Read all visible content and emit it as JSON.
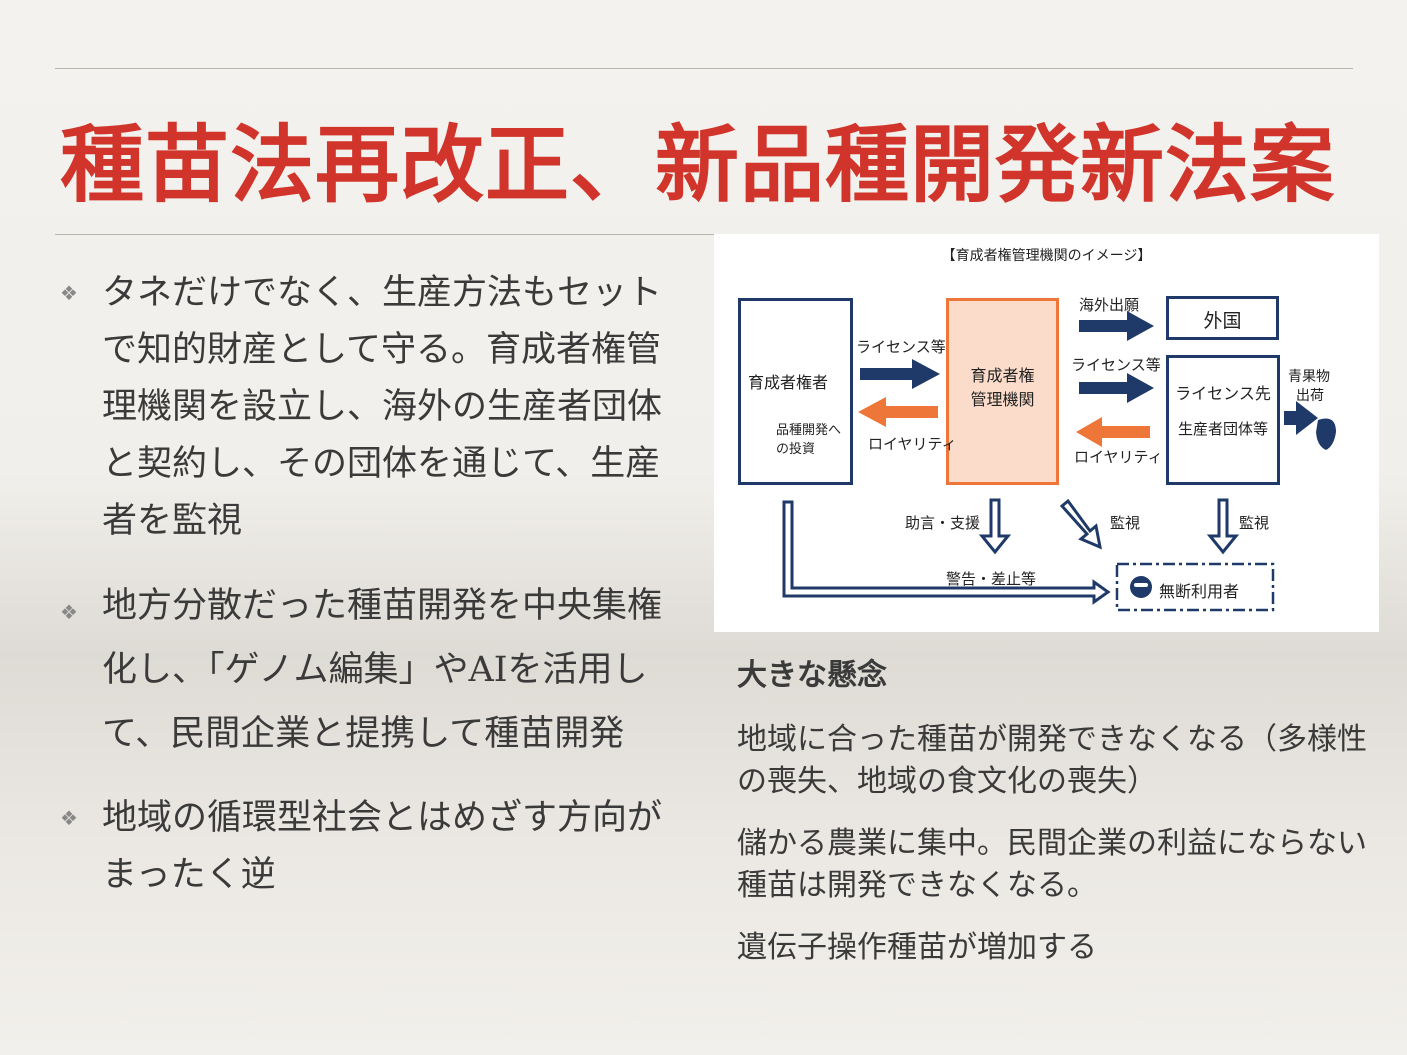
{
  "title": "種苗法再改正、新品種開発新法案",
  "bullets": [
    "タネだけでなく、生産方法もセットで知的財産として守る。育成者権管理機関を設立し、海外の生産者団体と契約し、その団体を通じて、生産者を監視",
    "地方分散だった種苗開発を中央集権化し、「ゲノム編集」やAIを活用して、民間企業と提携して種苗開発",
    "地域の循環型社会とはめざす方向がまったく逆"
  ],
  "diagram": {
    "title": "【育成者権管理機関のイメージ】",
    "breeder": "育成者権者",
    "investment": "品種開発への投資",
    "agency_line1": "育成者権",
    "agency_line2": "管理機関",
    "foreign": "外国",
    "licensee_line1": "ライセンス先",
    "licensee_line2": "生産者団体等",
    "license1": "ライセンス等",
    "royalty1": "ロイヤリティ",
    "overseas_filing": "海外出願",
    "license2": "ライセンス等",
    "royalty2": "ロイヤリティ",
    "shipment_line1": "青果物",
    "shipment_line2": "出荷",
    "advice": "助言・支援",
    "monitor1": "監視",
    "monitor2": "監視",
    "warning": "警告・差止等",
    "unauthorized": "無断利用者"
  },
  "concerns": {
    "heading": "大きな懸念",
    "items": [
      "地域に合った種苗が開発できなくなる（多様性の喪失、地域の食文化の喪失）",
      "儲かる農業に集中。民間企業の利益にならない種苗は開発できなくなる。",
      "遺伝子操作種苗が増加する"
    ]
  },
  "colors": {
    "title": "#d1342a",
    "navy": "#1f3a68",
    "orange": "#e8743b"
  }
}
